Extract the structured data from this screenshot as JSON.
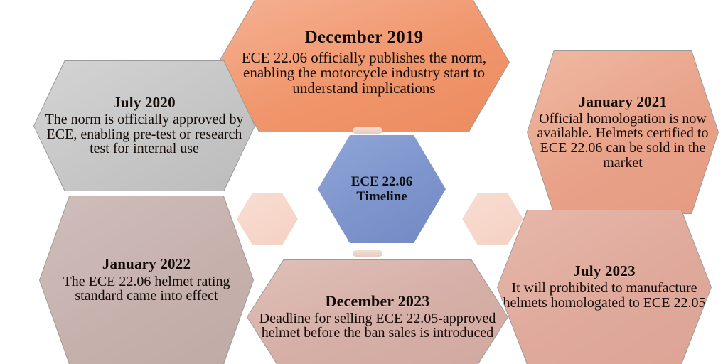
{
  "diagram": {
    "title": "ECE 22.06 Timeline",
    "background_color": "#ffffff",
    "hub": {
      "line1": "ECE 22.06",
      "line2": "Timeline",
      "color": "#7f96cd"
    },
    "nodes": [
      {
        "id": "dec2019",
        "date": "December 2019",
        "body": "ECE 22.06 officially publishes the norm, enabling the motorcycle industry start to understand implications",
        "color": "#f0966c",
        "position": "top-center"
      },
      {
        "id": "jul2020",
        "date": "July 2020",
        "body": "The norm is officially approved by ECE, enabling pre-test or research test for internal use",
        "color": "#c6c6c6",
        "position": "upper-left"
      },
      {
        "id": "jan2021",
        "date": "January 2021",
        "body": "Official homologation is now available. Helmets certified to ECE 22.06 can be sold in the market",
        "color": "#e8a289",
        "position": "upper-right"
      },
      {
        "id": "jan2022",
        "date": "January 2022",
        "body": "The ECE 22.06 helmet rating standard came into effect",
        "color": "#c6b1ad",
        "position": "lower-left"
      },
      {
        "id": "dec2023",
        "date": "December 2023",
        "body": "Deadline for selling ECE 22.05-approved helmet before the ban sales is introduced",
        "color": "#d5aea6",
        "position": "bottom-center"
      },
      {
        "id": "jul2023",
        "date": "July 2023",
        "body": "It will prohibited to manufacture helmets homologated to ECE 22.05",
        "color": "#dfa99b",
        "position": "lower-right"
      }
    ],
    "decorations": {
      "small_hexagon_color": "#f6d6c9",
      "connector_color": "#e8cbbf"
    }
  }
}
